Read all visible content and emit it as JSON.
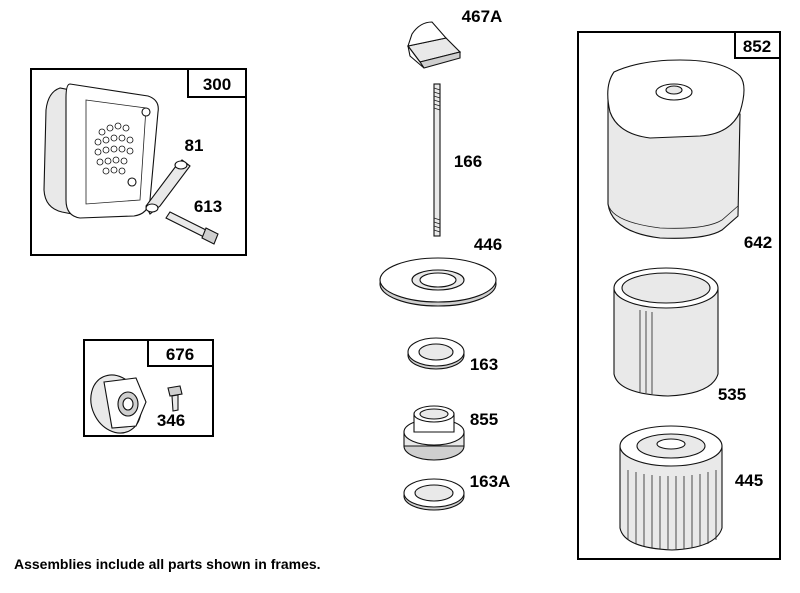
{
  "frames": [
    {
      "id": "300"
    },
    {
      "id": "676"
    },
    {
      "id": "852"
    }
  ],
  "parts": {
    "p467A": "467A",
    "p166": "166",
    "p446": "446",
    "p163": "163",
    "p855": "855",
    "p163A": "163A",
    "p81": "81",
    "p613": "613",
    "p346": "346",
    "p642": "642",
    "p535": "535",
    "p445": "445"
  },
  "footnote": "Assemblies include all parts shown in frames."
}
